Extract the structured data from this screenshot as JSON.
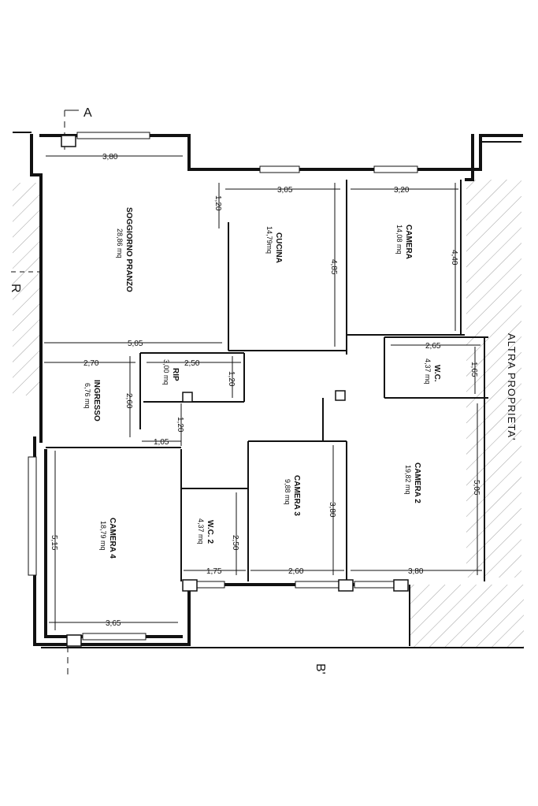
{
  "section_labels": {
    "a_top": "A",
    "a_side": "R",
    "b_bottom": "B'"
  },
  "adjacent_property": "ALTRA PROPRIETA'",
  "rooms": [
    {
      "id": "soggiorno",
      "name": "SOGGIORNO PRANZO",
      "area": "28,86 mq"
    },
    {
      "id": "cucina",
      "name": "CUCINA",
      "area": "14,79mq"
    },
    {
      "id": "camera",
      "name": "CAMERA",
      "area": "14,08 mq"
    },
    {
      "id": "rip",
      "name": "RIP",
      "area": "3,00 mq"
    },
    {
      "id": "wc",
      "name": "W.C.",
      "area": "4,37 mq"
    },
    {
      "id": "ingresso",
      "name": "INGRESSO",
      "area": "6,76 mq"
    },
    {
      "id": "camera2",
      "name": "CAMERA 2",
      "area": "19,82 mq"
    },
    {
      "id": "camera3",
      "name": "CAMERA 3",
      "area": "9,88 mq"
    },
    {
      "id": "wc2",
      "name": "W.C. 2",
      "area": "4,37 mq"
    },
    {
      "id": "camera4",
      "name": "CAMERA 4",
      "area": "18,79 mq"
    }
  ],
  "dimensions": {
    "soggiorno_w": "3,80",
    "cucina_w": "3,05",
    "camera_w": "3,20",
    "cucina_offset": "1,20",
    "cucina_h": "4,85",
    "camera_h": "4,40",
    "soggiorno_bottom": "5,05",
    "ingresso_w": "2,70",
    "rip_w": "2,50",
    "rip_h": "1,20",
    "ingresso_h": "2,60",
    "wc_w": "2,65",
    "wc_h": "1,65",
    "corridor_w": "1,05",
    "corridor_h": "1,20",
    "camera2_h": "5,05",
    "camera3_h": "3,80",
    "wc2_h": "2,50",
    "camera4_h": "5,15",
    "wc2_w": "1,75",
    "camera3_w": "2,60",
    "camera2_w": "3,80",
    "camera4_w": "3,65"
  }
}
